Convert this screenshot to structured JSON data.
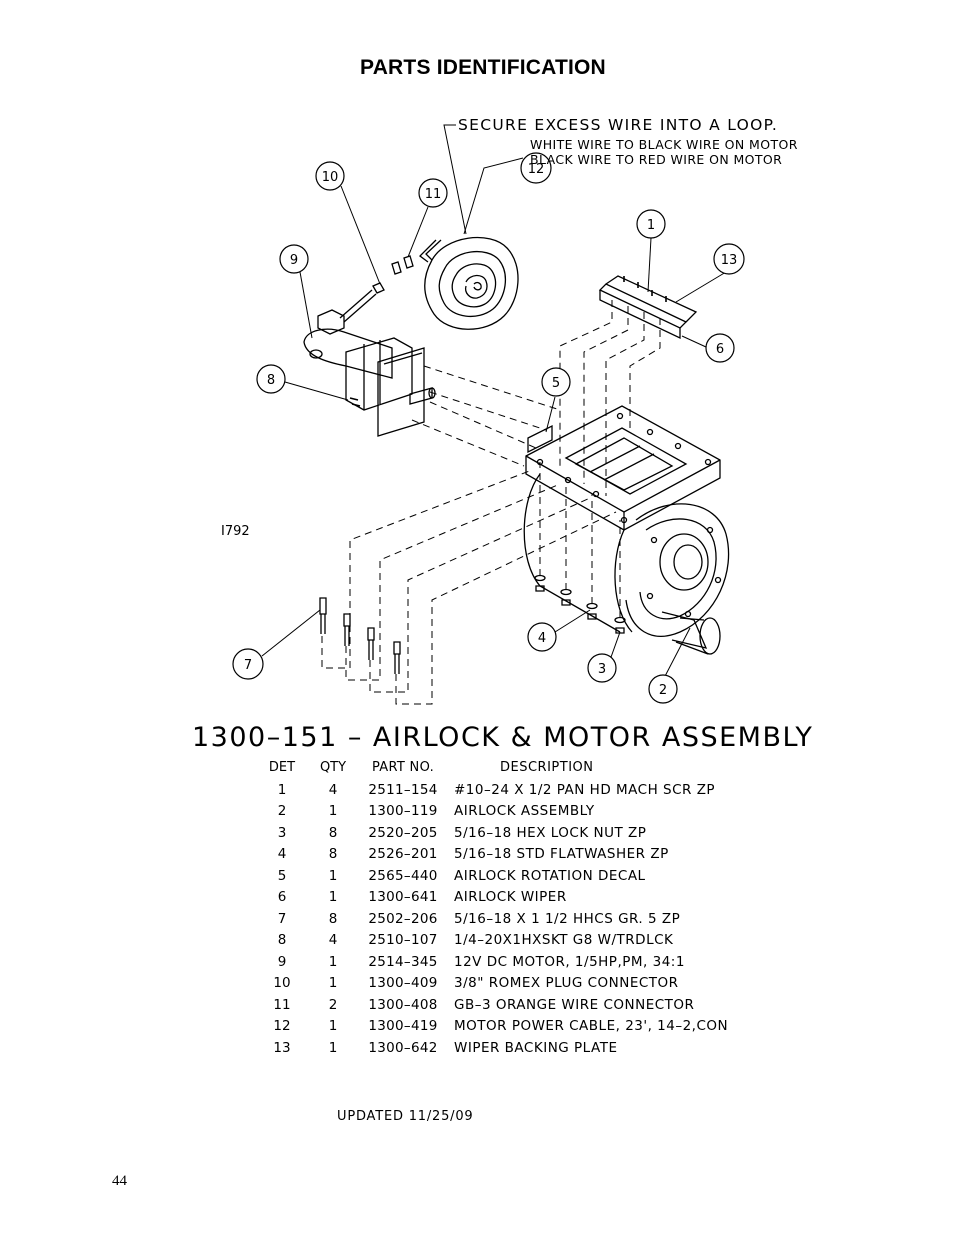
{
  "page": {
    "heading": "PARTS IDENTIFICATION",
    "figure_id": "I792",
    "notes": [
      "SECURE EXCESS WIRE INTO A LOOP.",
      "WHITE WIRE TO BLACK WIRE ON MOTOR",
      "BLACK WIRE TO RED WIRE ON MOTOR"
    ],
    "callouts": [
      "1",
      "2",
      "3",
      "4",
      "5",
      "6",
      "7",
      "8",
      "9",
      "10",
      "11",
      "12",
      "13"
    ],
    "assembly_title": "1300–151  –  AIRLOCK & MOTOR ASSEMBLY",
    "updated": "UPDATED 11/25/09",
    "page_number": "44"
  },
  "parts_table": {
    "headers": {
      "det": "DET",
      "qty": "QTY",
      "part_no": "PART NO.",
      "description": "DESCRIPTION"
    },
    "rows": [
      {
        "det": "1",
        "qty": "4",
        "part_no": "2511–154",
        "description": "#10–24 X 1/2 PAN HD MACH SCR ZP"
      },
      {
        "det": "2",
        "qty": "1",
        "part_no": "1300–119",
        "description": "AIRLOCK ASSEMBLY"
      },
      {
        "det": "3",
        "qty": "8",
        "part_no": "2520–205",
        "description": "5/16–18 HEX LOCK NUT ZP"
      },
      {
        "det": "4",
        "qty": "8",
        "part_no": "2526–201",
        "description": "5/16–18 STD FLATWASHER ZP"
      },
      {
        "det": "5",
        "qty": "1",
        "part_no": "2565–440",
        "description": "AIRLOCK ROTATION DECAL"
      },
      {
        "det": "6",
        "qty": "1",
        "part_no": "1300–641",
        "description": "AIRLOCK WIPER"
      },
      {
        "det": "7",
        "qty": "8",
        "part_no": "2502–206",
        "description": "5/16–18 X 1 1/2 HHCS GR. 5 ZP"
      },
      {
        "det": "8",
        "qty": "4",
        "part_no": "2510–107",
        "description": "1/4–20X1HXSKT G8 W/TRDLCK"
      },
      {
        "det": "9",
        "qty": "1",
        "part_no": "2514–345",
        "description": "12V DC MOTOR, 1/5HP,PM, 34:1"
      },
      {
        "det": "10",
        "qty": "1",
        "part_no": "1300–409",
        "description": "3/8\" ROMEX PLUG CONNECTOR"
      },
      {
        "det": "11",
        "qty": "2",
        "part_no": "1300–408",
        "description": "GB–3 ORANGE WIRE CONNECTOR"
      },
      {
        "det": "12",
        "qty": "1",
        "part_no": "1300–419",
        "description": "MOTOR POWER CABLE, 23', 14–2,CON"
      },
      {
        "det": "13",
        "qty": "1",
        "part_no": "1300–642",
        "description": "WIPER BACKING PLATE"
      }
    ]
  }
}
